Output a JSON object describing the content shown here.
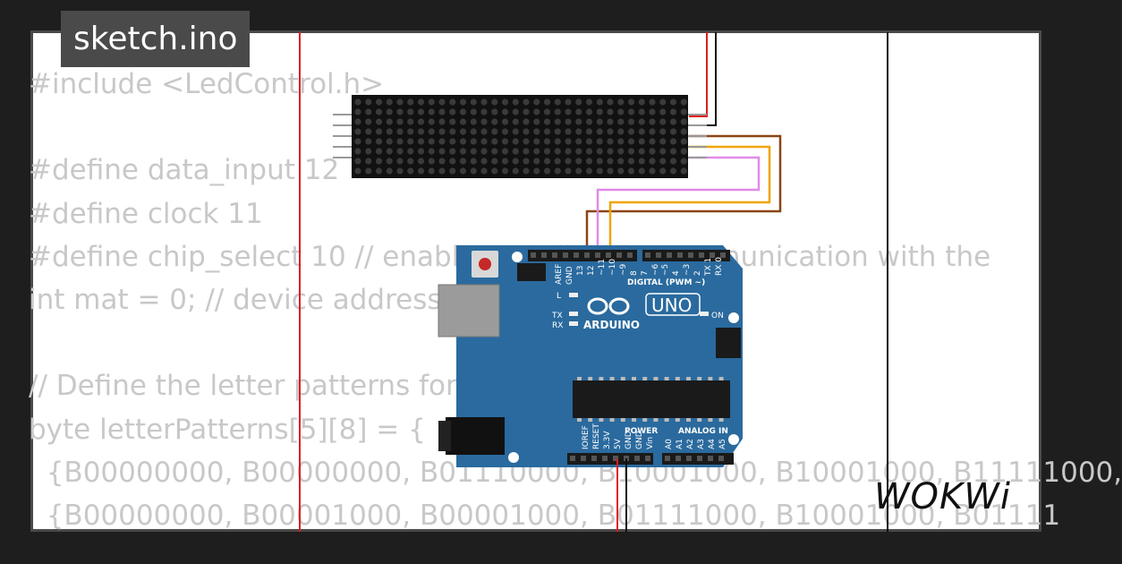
{
  "tab": {
    "filename": "sketch.ino"
  },
  "code_lines": [
    "#include <LedControl.h>",
    "",
    "#define data_input 12",
    "#define clock 11",
    "#define chip_select 10 // enable and disable communication with the",
    "int mat = 0; // device address",
    "",
    "// Define the letter patterns for",
    "byte letterPatterns[5][8] = {",
    "  {B00000000, B00000000, B01110000, B10001000, B10001000, B11111000,",
    "  {B00000000, B00001000, B00001000, B01111000, B10001000, B01111"
  ],
  "board": {
    "brand": "ARDUINO",
    "model": "UNO",
    "digital_label": "DIGITAL (PWM ~)",
    "power_label": "POWER",
    "analog_label": "ANALOG IN",
    "on_label": "ON",
    "l_label": "L",
    "tx_label": "TX",
    "rx_label": "RX",
    "aref_label": "AREF",
    "gnd_label": "GND",
    "top_pins": [
      "13",
      "12",
      "~11",
      "~10",
      "~9",
      "8",
      "7",
      "~6",
      "~5",
      "4",
      "~3",
      "2",
      "TX 1",
      "RX 0"
    ],
    "bottom_power_pins": [
      "IOREF",
      "RESET",
      "3.3V",
      "5V",
      "GND",
      "GND",
      "Vin"
    ],
    "bottom_analog_pins": [
      "A0",
      "A1",
      "A2",
      "A3",
      "A4",
      "A5"
    ]
  },
  "logo": {
    "text": "WOKWi"
  },
  "colors": {
    "background": "#1e1e1e",
    "card": "#ffffff",
    "tab_bg": "#4a4a4a",
    "code_text": "#c8c8c8",
    "board_blue": "#2a6a9e",
    "wire_red": "#e01b1b",
    "wire_black": "#111111",
    "wire_orange": "#f0a500",
    "wire_brown": "#8b4513",
    "wire_violet": "#e08ae8"
  }
}
